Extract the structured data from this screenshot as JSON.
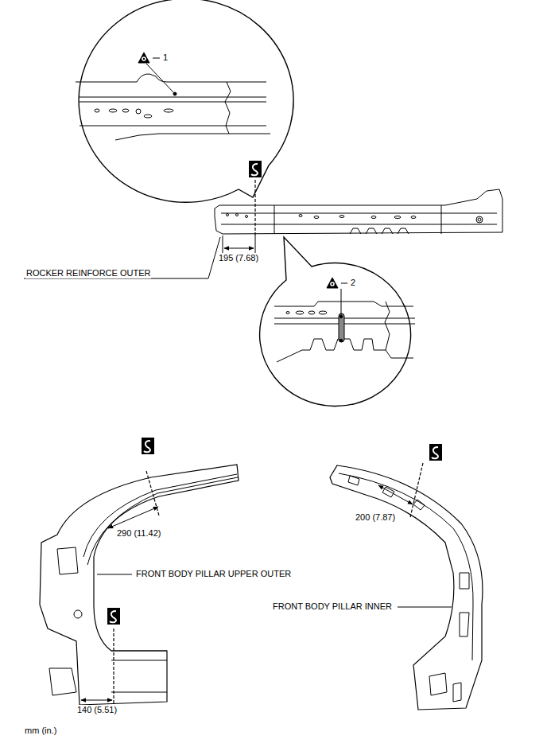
{
  "diagram": {
    "labels": [
      "1",
      "195 (7.68)",
      "ROCKER REINFORCE OUTER",
      "2",
      "290 (11.42)",
      "200 (7.87)",
      "FRONT BODY PILLAR UPPER OUTER",
      "FRONT BODY PILLAR INNER",
      "140 (5.51)",
      "mm (in.)"
    ]
  }
}
